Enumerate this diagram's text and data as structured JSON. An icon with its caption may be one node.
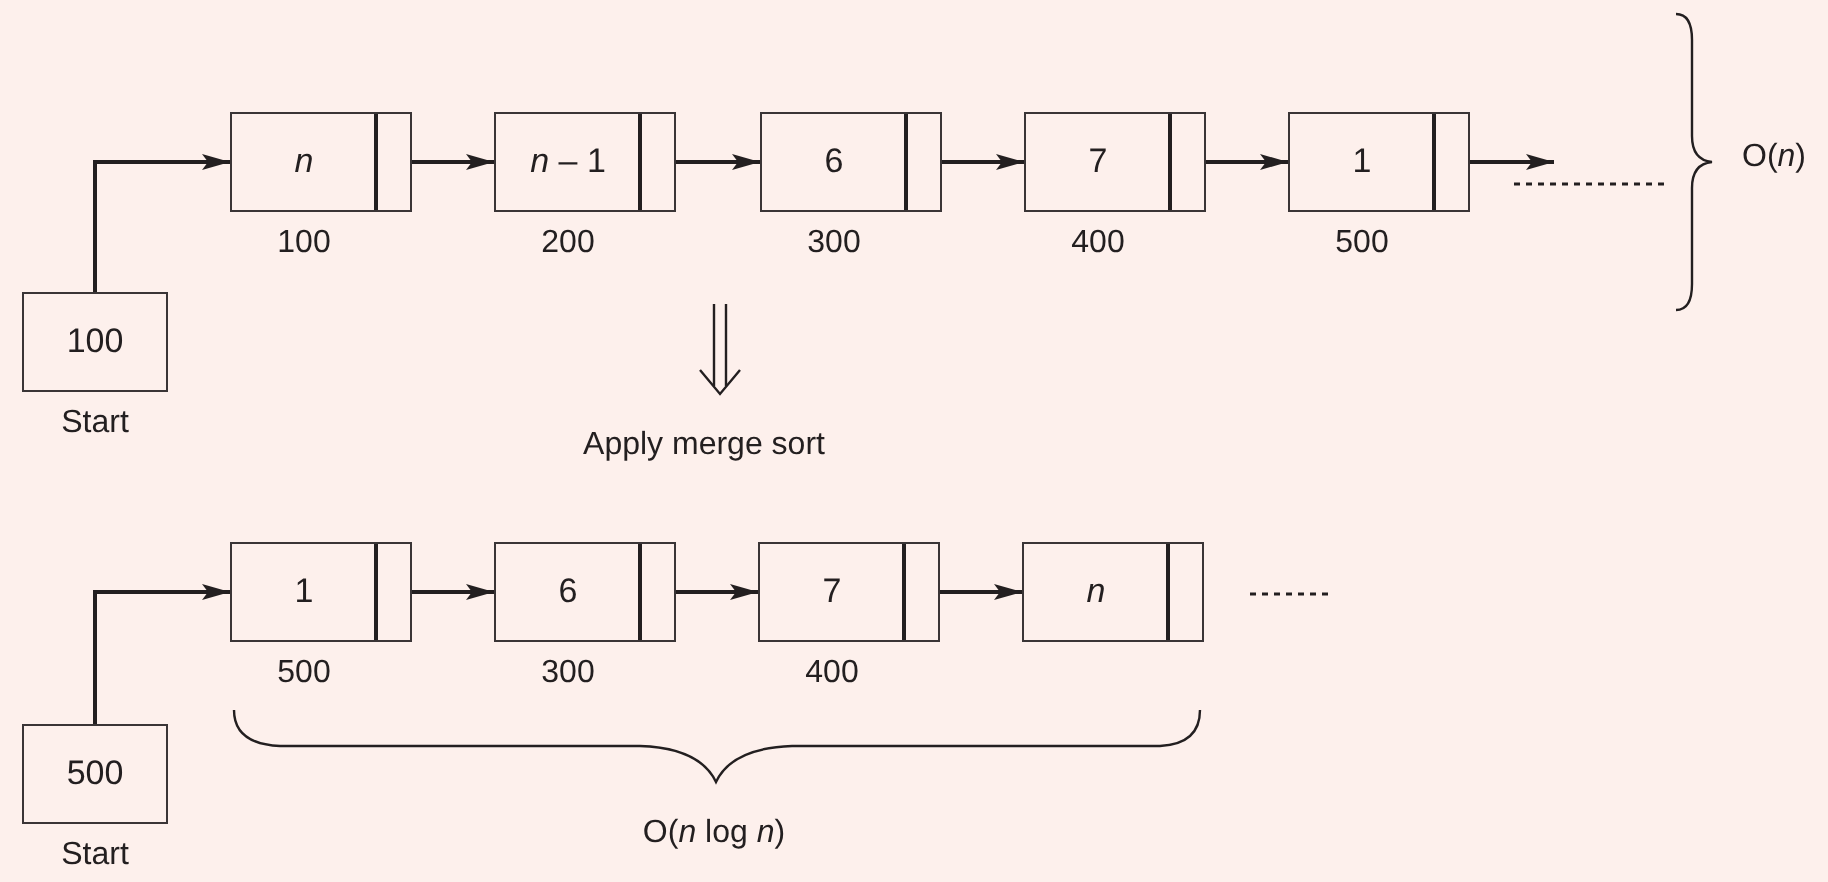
{
  "diagram": {
    "nodes": [
      {
        "text": [
          "100"
        ],
        "beside": [
          "Start"
        ]
      },
      {
        "text": [
          "*n*"
        ],
        "beside": [
          "100"
        ]
      },
      {
        "text": [
          "*n* – 1"
        ],
        "beside": [
          "200"
        ]
      },
      {
        "text": [
          "6"
        ],
        "beside": [
          "300"
        ]
      },
      {
        "text": [
          "7"
        ],
        "beside": [
          "400"
        ]
      },
      {
        "text": [
          "1"
        ],
        "beside": [
          "500"
        ]
      },
      {
        "text": [
          "500"
        ],
        "beside": [
          "Start"
        ]
      },
      {
        "text": [
          "1"
        ],
        "beside": [
          "500"
        ]
      },
      {
        "text": [
          "6"
        ],
        "beside": [
          "300"
        ]
      },
      {
        "text": [
          "7"
        ],
        "beside": [
          "400"
        ]
      },
      {
        "text": [
          "*n*"
        ]
      }
    ],
    "edges": [
      {
        "from": 0,
        "to": 1,
        "arrow": "to"
      },
      {
        "from": 1,
        "to": 2,
        "arrow": "to"
      },
      {
        "from": 2,
        "to": 3,
        "arrow": "to"
      },
      {
        "from": 3,
        "to": 4,
        "arrow": "to"
      },
      {
        "from": 4,
        "to": 5,
        "arrow": "to"
      },
      {
        "from": 5,
        "to": null,
        "arrow": "to"
      },
      {
        "from": 6,
        "to": 7,
        "arrow": "to"
      },
      {
        "from": 7,
        "to": 8,
        "arrow": "to"
      },
      {
        "from": 8,
        "to": 9,
        "arrow": "to"
      },
      {
        "from": 9,
        "to": 10,
        "arrow": "to"
      }
    ],
    "labels": [
      "O(*n*)",
      "Apply merge sort",
      "O(*n* log *n*)"
    ]
  }
}
